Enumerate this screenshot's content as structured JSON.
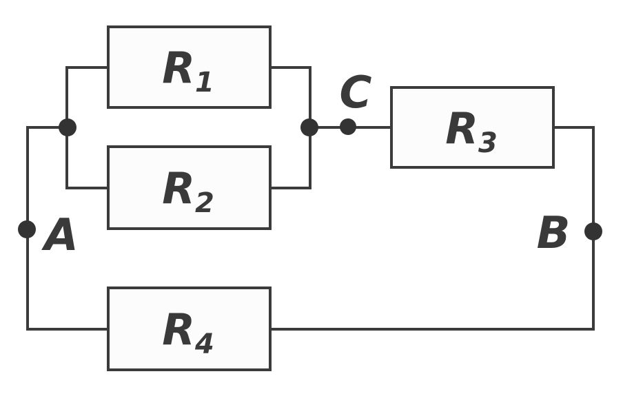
{
  "diagram": {
    "kind": "resistor-circuit-schematic",
    "colors": {
      "background": "#ffffff",
      "stroke": "#3b3b3b",
      "dot": "#333333",
      "text": "#3a3a3a",
      "box_fill": "#fcfcfc"
    },
    "components": {
      "r1": {
        "label": "R",
        "sub": "1"
      },
      "r2": {
        "label": "R",
        "sub": "2"
      },
      "r3": {
        "label": "R",
        "sub": "3"
      },
      "r4": {
        "label": "R",
        "sub": "4"
      }
    },
    "nodes": {
      "a": {
        "label": "A"
      },
      "b": {
        "label": "B"
      },
      "c": {
        "label": "C"
      }
    },
    "connections": [
      "R1 parallel R2 between left junction and right junction",
      "left junction wired to terminal A",
      "right junction wired to node C then to R3",
      "R3 wired down right side to terminal B",
      "R4 between terminal A branch and terminal B branch along the bottom"
    ]
  }
}
